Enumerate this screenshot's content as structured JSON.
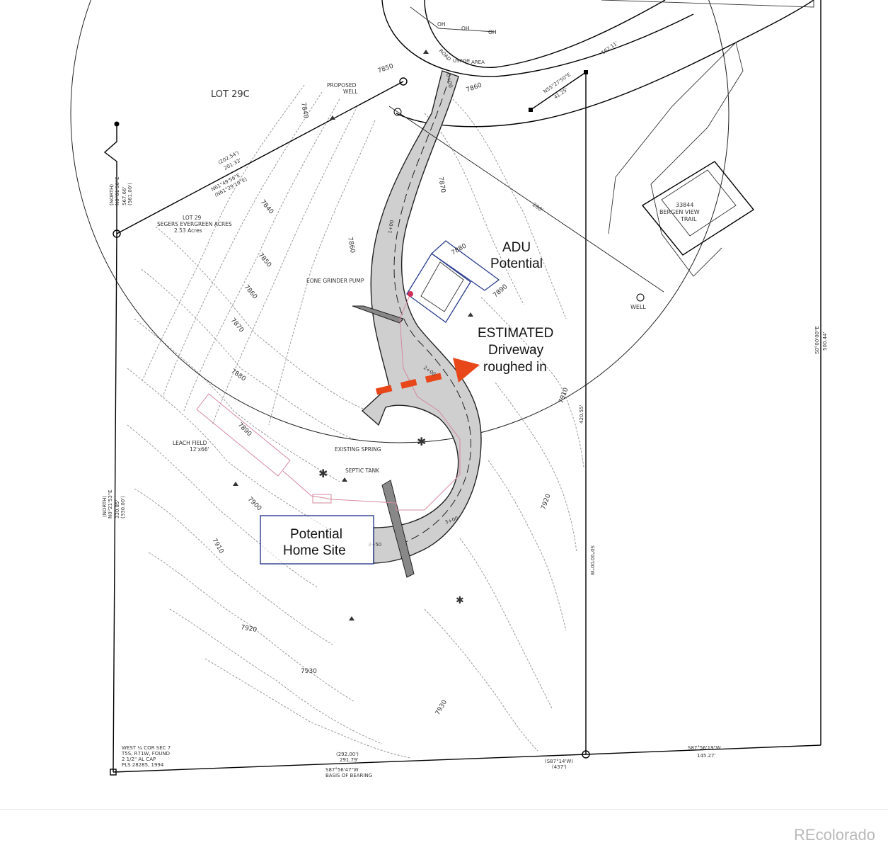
{
  "map": {
    "lot_29c": "LOT 29C",
    "lot_29": "LOT 29",
    "subdivision": "SEGERS EVERGREEN ACRES",
    "acres": "2.53  Acres",
    "proposed_well_1": "PROPOSED",
    "proposed_well_2": "WELL",
    "road_usage_area_1": "ROAD",
    "road_usage_area_2": "USAGE",
    "road_usage_area_3": "AREA",
    "address_1": "33844",
    "address_2": "BERGEN VIEW",
    "address_3": "TRAIL",
    "well": "WELL",
    "eone_pump": "EONE GRINDER PUMP",
    "leach_field_1": "LEACH FIELD",
    "leach_field_2": "12'x66'",
    "existing_spring": "EXISTING SPRING",
    "septic_tank": "SEPTIC TANK",
    "radius_200": "200'",
    "station_1": "1+00",
    "station_2": "2+00",
    "station_3": "3+00",
    "station_4": "3+50",
    "station_0": "0+00"
  },
  "callouts": {
    "adu_1": "ADU",
    "adu_2": "Potential",
    "estimated_1": "ESTIMATED",
    "estimated_2": "Driveway",
    "estimated_3": "roughed in",
    "home_1": "Potential",
    "home_2": "Home Site"
  },
  "bearings": {
    "nw_dist_1": "(202.54')",
    "nw_dist_2": "201.33'",
    "nw_bearing_1": "N61°49'56\"E",
    "nw_bearing_2": "(N61°29'10\"E)",
    "ne_dist": "167.11'",
    "ne_bearing_1": "N55°27'50\"E",
    "ne_bearing_2": "41.25'",
    "west_top_1": "(NORTH)",
    "west_top_2": "N0°01'30\"E",
    "west_top_3": "567.66'",
    "west_top_4": "(561.00')",
    "west_bot_1": "(NORTH)",
    "west_bot_2": "N0°21'53\"E",
    "west_bot_3": "330.85'",
    "west_bot_4": "(330.00')",
    "east_1": "S0°00'00\"E",
    "east_2": "500.44'",
    "east_lot_1": "420.55'",
    "east_lot_2": "S0°00'00\"W",
    "south_1": "(292.00')",
    "south_2": "291.79'",
    "south_3": "S87°56'47\"W",
    "south_4": "BASIS OF BEARING",
    "south_5": "(S87°14'W)",
    "south_6": "(437')",
    "se_1": "S87°56'19\"W",
    "se_2": "145.27'",
    "corner_1": "WEST ¼ COR SEC 7",
    "corner_2": "T5S, R71W, FOUND",
    "corner_3": "2 1/2\" AL CAP",
    "corner_4": "PLS 28285, 1994"
  },
  "contours": {
    "c7840a": "7840",
    "c7840b": "7840",
    "c7850a": "7850",
    "c7850b": "7850",
    "c7860a": "7860",
    "c7860b": "7860",
    "c7860c": "7860",
    "c7870a": "7870",
    "c7870b": "7870",
    "c7880a": "7880",
    "c7880b": "7880",
    "c7890a": "7890",
    "c7890b": "7890",
    "c7900": "7900",
    "c7910a": "7910",
    "c7910b": "7910",
    "c7920a": "7920",
    "c7920b": "7920",
    "c7930a": "7930",
    "c7930b": "7930"
  },
  "utility": {
    "oh": "OH"
  },
  "watermark": "REcolorado"
}
